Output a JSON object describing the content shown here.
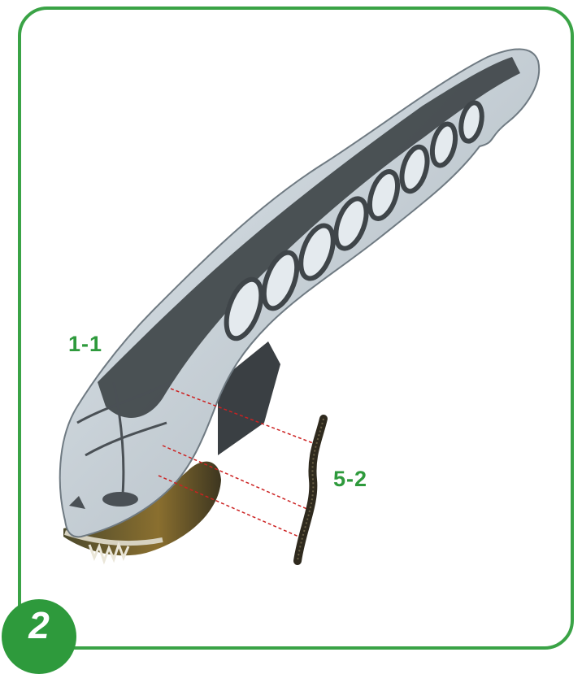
{
  "step": {
    "number": "2"
  },
  "labels": {
    "body_part": "1-1",
    "tail_part": "5-2"
  },
  "colors": {
    "frame": "#3aa346",
    "label": "#2e9a3c",
    "badge": "#2e9a3c",
    "body_light": "#c9d3da",
    "body_dark": "#3f4549",
    "guide_line": "#cc2222",
    "jaw": "#6b5a2a"
  }
}
